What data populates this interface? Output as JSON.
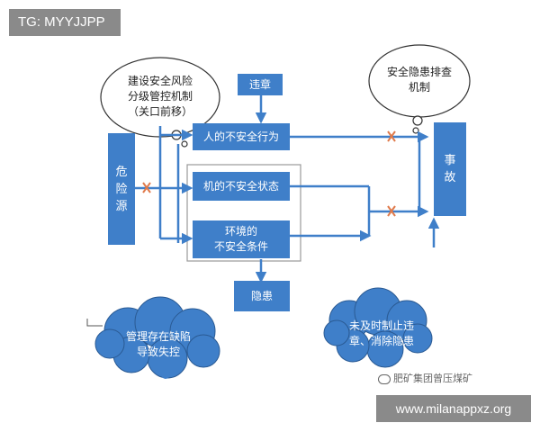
{
  "watermarks": {
    "top_left": "TG: MYYJJPP",
    "bottom_right": "www.milanappxz.org",
    "source": "肥矿集团曾压煤矿"
  },
  "nodes": {
    "hazard_source": "危险源",
    "accident": "事故",
    "violation": "违章",
    "unsafe_behavior": "人的不安全行为",
    "unsafe_state": "机的不安全状态",
    "unsafe_env_line1": "环境的",
    "unsafe_env_line2": "不安全条件",
    "hidden_danger": "隐患"
  },
  "callouts": {
    "risk_control": [
      "建设安全风险",
      "分级管控机制",
      "（关口前移）"
    ],
    "investigation": [
      "安全隐患排查",
      "机制"
    ],
    "management_defect": [
      "管理存在缺陷",
      "导致失控"
    ],
    "failure_to_stop": [
      "未及时制止违",
      "章、消除隐患"
    ]
  },
  "colors": {
    "box_fill": "#3f7fc9",
    "arrow": "#3f7fc9",
    "cross": "#e07a4a",
    "cloud_fill": "#3f7fc9",
    "badge": "#8a8a8a"
  }
}
